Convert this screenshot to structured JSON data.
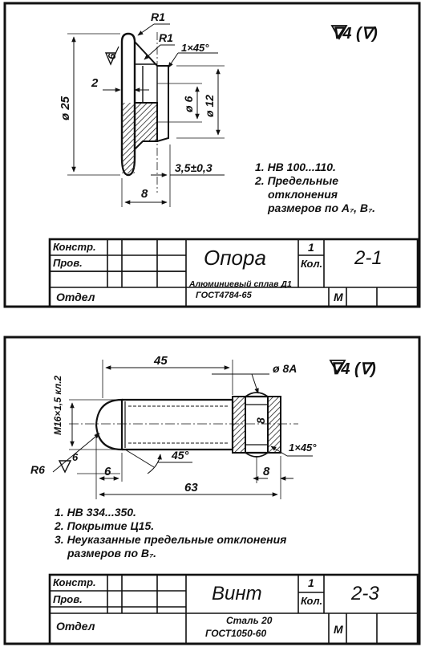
{
  "colors": {
    "ink": "#111111",
    "paper": "#ffffff",
    "hatch": "#222222"
  },
  "drawing1": {
    "roughness": "∇4 (∇)",
    "dims": {
      "r_top": "R1",
      "r_mid": "R1",
      "chamfer": "1×45°",
      "surface": "6",
      "width_2": "2",
      "dia_25": "ø 25",
      "dia_6": "ø 6",
      "dia_12": "ø 12",
      "len_35": "3,5±0,3",
      "len_8": "8"
    },
    "notes": [
      "1. HB 100...110.",
      "2. Предельные",
      "отклонения",
      "размеров по A₇, B₇."
    ],
    "title_block": {
      "konstr": "Констр.",
      "prov": "Пров.",
      "otdel": "Отдел",
      "name": "Опора",
      "qty": "1",
      "kol": "Кол.",
      "number": "2-1",
      "material_1": "Алюминиевый сплав Д1",
      "material_2": "ГОСТ4784-65",
      "m": "М"
    }
  },
  "drawing2": {
    "roughness": "∇4 (∇)",
    "dims": {
      "thread": "M16×1,5 кл.2",
      "len_45": "45",
      "dia_8a": "ø 8A",
      "inner_8": "8",
      "r6": "R6",
      "surface": "6",
      "angle": "45°",
      "len_6": "6",
      "len_63": "63",
      "len_8": "8",
      "chamfer": "1×45°"
    },
    "notes": [
      "1. HB 334...350.",
      "2. Покрытие Ц15.",
      "3. Неуказанные предельные отклонения",
      "размеров по B₇."
    ],
    "title_block": {
      "konstr": "Констр.",
      "prov": "Пров.",
      "otdel": "Отдел",
      "name": "Винт",
      "qty": "1",
      "kol": "Кол.",
      "number": "2-3",
      "material_1": "Сталь 20",
      "material_2": "ГОСТ1050-60",
      "m": "М"
    }
  }
}
